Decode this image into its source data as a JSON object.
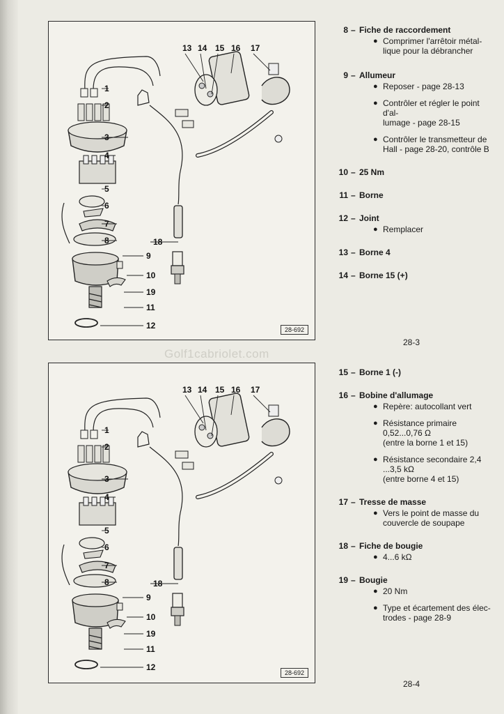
{
  "figure": {
    "ref": "28-692",
    "callouts_top_row": [
      "13",
      "14",
      "15",
      "16",
      "17"
    ],
    "callouts_left": [
      "1",
      "2",
      "3",
      "4",
      "5",
      "6",
      "7",
      "8",
      "18",
      "9",
      "10",
      "19",
      "11",
      "12"
    ]
  },
  "legend_top": [
    {
      "num": "8",
      "title": "Fiche de raccordement",
      "notes": [
        "Comprimer l'arrêtoir métal-\nlique pour la débrancher"
      ]
    },
    {
      "num": "9",
      "title": "Allumeur",
      "notes": [
        "Reposer - page 28-13",
        "Contrôler et régler le point d'al-\nlumage - page 28-15",
        "Contrôler le transmetteur de\nHall - page 28-20, contrôle B"
      ]
    },
    {
      "num": "10",
      "title": "25 Nm",
      "notes": []
    },
    {
      "num": "11",
      "title": "Borne",
      "notes": []
    },
    {
      "num": "12",
      "title": "Joint",
      "notes": [
        "Remplacer"
      ]
    },
    {
      "num": "13",
      "title": "Borne 4",
      "notes": []
    },
    {
      "num": "14",
      "title": "Borne 15 (+)",
      "notes": []
    }
  ],
  "legend_bottom": [
    {
      "num": "15",
      "title": "Borne 1 (-)",
      "notes": []
    },
    {
      "num": "16",
      "title": "Bobine d'allumage",
      "notes": [
        "Repère: autocollant vert",
        "Résistance primaire\n0,52...0,76 Ω\n(entre la borne 1 et 15)",
        "Résistance secondaire 2,4\n...3,5 kΩ\n(entre borne 4 et 15)"
      ]
    },
    {
      "num": "17",
      "title": "Tresse de masse",
      "notes": [
        "Vers le point de masse du\ncouvercle de soupape"
      ]
    },
    {
      "num": "18",
      "title": "Fiche de bougie",
      "notes": [
        "4...6 kΩ"
      ]
    },
    {
      "num": "19",
      "title": "Bougie",
      "notes": [
        "20 Nm",
        "Type et écartement des élec-\ntrodes - page 28-9"
      ]
    }
  ],
  "page_numbers": {
    "top": "28-3",
    "bottom": "28-4"
  },
  "watermark": "Golf1cabriolet.com"
}
